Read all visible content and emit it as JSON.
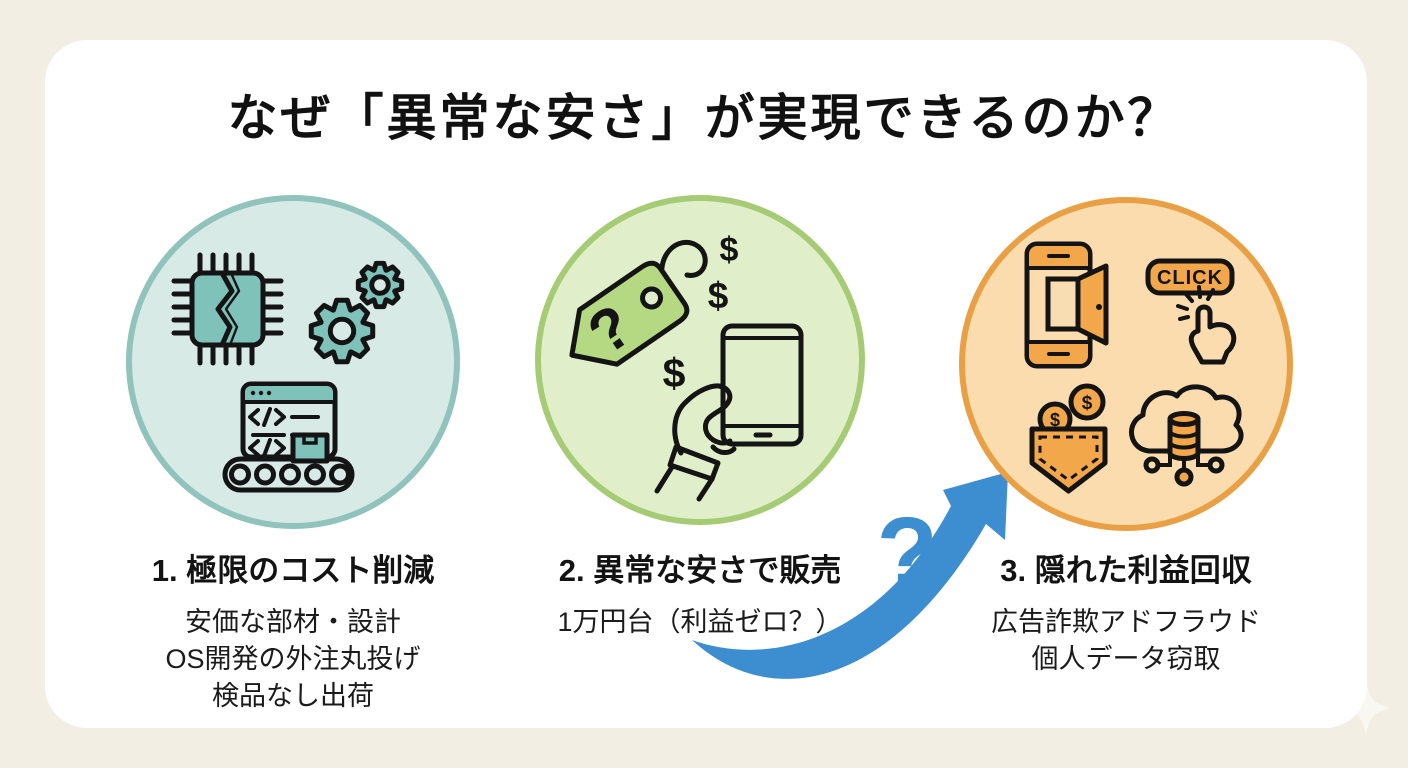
{
  "title": "なぜ「異常な安さ」が実現できるのか？",
  "steps": [
    {
      "heading": "1. 極限のコスト削減",
      "lines": [
        "安価な部材・設計",
        "OS開発の外注丸投げ",
        "検品なし出荷"
      ],
      "circle_fill": "#d8eae6",
      "circle_border": "#8fc3bc",
      "icon_accent": "#7fc2ba",
      "icons": [
        "broken-chip-icon",
        "gears-icon",
        "code-window-icon",
        "conveyor-belt-icon"
      ]
    },
    {
      "heading": "2. 異常な安さで販売",
      "lines": [
        "1万円台（利益ゼロ？）"
      ],
      "circle_fill": "#e0eeca",
      "circle_border": "#a5cc74",
      "icon_accent": "#b5d883",
      "icons": [
        "price-tag-question-icon",
        "dollar-signs-icon",
        "hand-holding-tablet-icon"
      ],
      "tag_text": "?",
      "dollar": "$"
    },
    {
      "heading": "3. 隠れた利益回収",
      "lines": [
        "広告詐欺アドフラウド",
        "個人データ窃取"
      ],
      "circle_fill": "#fbdcae",
      "circle_border": "#e9a045",
      "icon_accent": "#f2a74b",
      "icons": [
        "phone-backdoor-icon",
        "click-button-icon",
        "click-cursor-icon",
        "money-pocket-icon",
        "cloud-database-icon"
      ],
      "click_label": "CLICK",
      "coin_symbol": "$"
    }
  ],
  "arrow": {
    "question_mark": "?",
    "color": "#3d8ed0"
  }
}
